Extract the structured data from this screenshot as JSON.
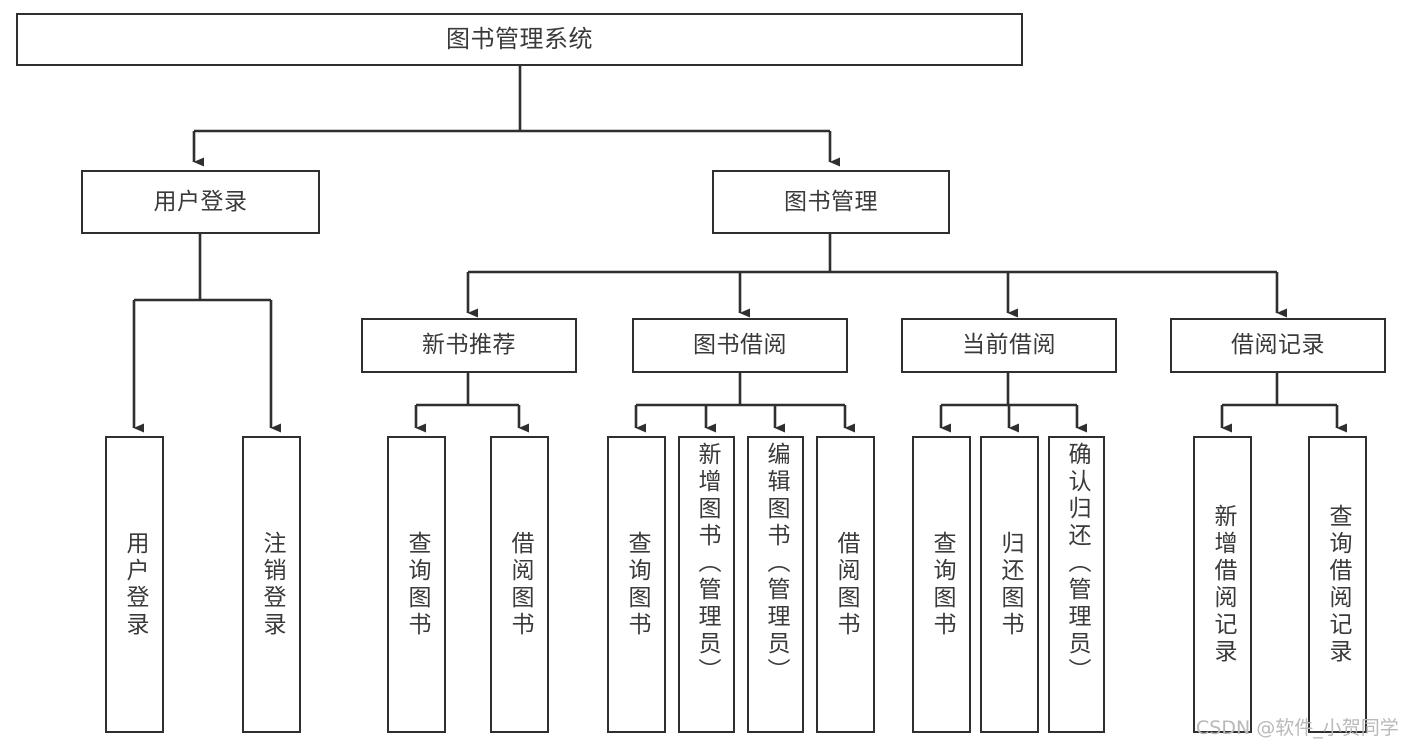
{
  "diagram": {
    "title": "图书管理系统",
    "type": "功能结构图",
    "stroke_color": "#2f2f2f",
    "text_color": "#3a3a3a",
    "background_color": "#ffffff",
    "watermark": "CSDN @软件_小贺同学",
    "nodes": {
      "root": {
        "label": "图书管理系统"
      },
      "level2": [
        {
          "id": "user-login",
          "label": "用户登录"
        },
        {
          "id": "book-management",
          "label": "图书管理"
        }
      ],
      "level3": [
        {
          "id": "new-book-recommend",
          "label": "新书推荐"
        },
        {
          "id": "book-borrow",
          "label": "图书借阅"
        },
        {
          "id": "current-borrow",
          "label": "当前借阅"
        },
        {
          "id": "borrow-record",
          "label": "借阅记录"
        }
      ],
      "leaves": [
        {
          "id": "leaf-user-login",
          "label": "用户登录",
          "parent": "user-login"
        },
        {
          "id": "leaf-logout",
          "label": "注销登录",
          "parent": "user-login"
        },
        {
          "id": "leaf-query-book-1",
          "label": "查询图书",
          "parent": "new-book-recommend"
        },
        {
          "id": "leaf-borrow-book-1",
          "label": "借阅图书",
          "parent": "new-book-recommend"
        },
        {
          "id": "leaf-query-book-2",
          "label": "查询图书",
          "parent": "book-borrow"
        },
        {
          "id": "leaf-add-book",
          "label": "新增图书（管理员）",
          "parent": "book-borrow"
        },
        {
          "id": "leaf-edit-book",
          "label": "编辑图书（管理员）",
          "parent": "book-borrow"
        },
        {
          "id": "leaf-borrow-book-2",
          "label": "借阅图书",
          "parent": "book-borrow"
        },
        {
          "id": "leaf-query-book-3",
          "label": "查询图书",
          "parent": "current-borrow"
        },
        {
          "id": "leaf-return-book",
          "label": "归还图书",
          "parent": "current-borrow"
        },
        {
          "id": "leaf-confirm-return",
          "label": "确认归还（管理员）",
          "parent": "current-borrow"
        },
        {
          "id": "leaf-add-record",
          "label": "新增借阅记录",
          "parent": "borrow-record"
        },
        {
          "id": "leaf-query-record",
          "label": "查询借阅记录",
          "parent": "borrow-record"
        }
      ]
    }
  }
}
